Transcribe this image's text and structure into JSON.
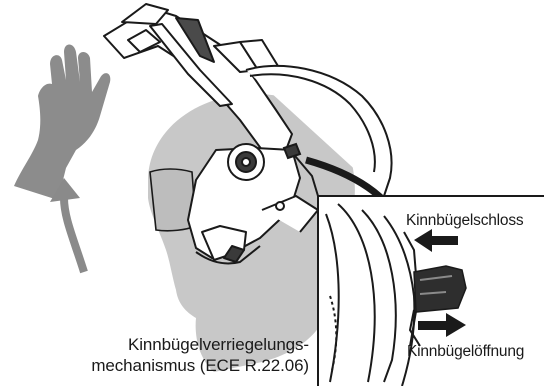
{
  "labels": {
    "chin_lock": "Kinnbügelschloss",
    "chin_opening": "Kinnbügelöffnung",
    "mechanism_line1": "Kinnbügelverriegelungs-",
    "mechanism_line2": "mechanismus (ECE R.22.06)"
  },
  "colors": {
    "line": "#1a1a1a",
    "head_gray": "#c8c8c8",
    "hand_gray": "#8c8c8c",
    "arrow_gray": "#8a8a8a",
    "visor_gray": "#bdbdbd",
    "pad_dark": "#2e2e2e"
  },
  "icons": {
    "hand": "hand-lifting-icon",
    "lift_arrow": "curved-up-arrow-icon",
    "pointer_arrow": "curved-pointer-arrow-icon",
    "close_arrow": "arrow-left-icon",
    "open_arrow": "arrow-right-icon"
  }
}
